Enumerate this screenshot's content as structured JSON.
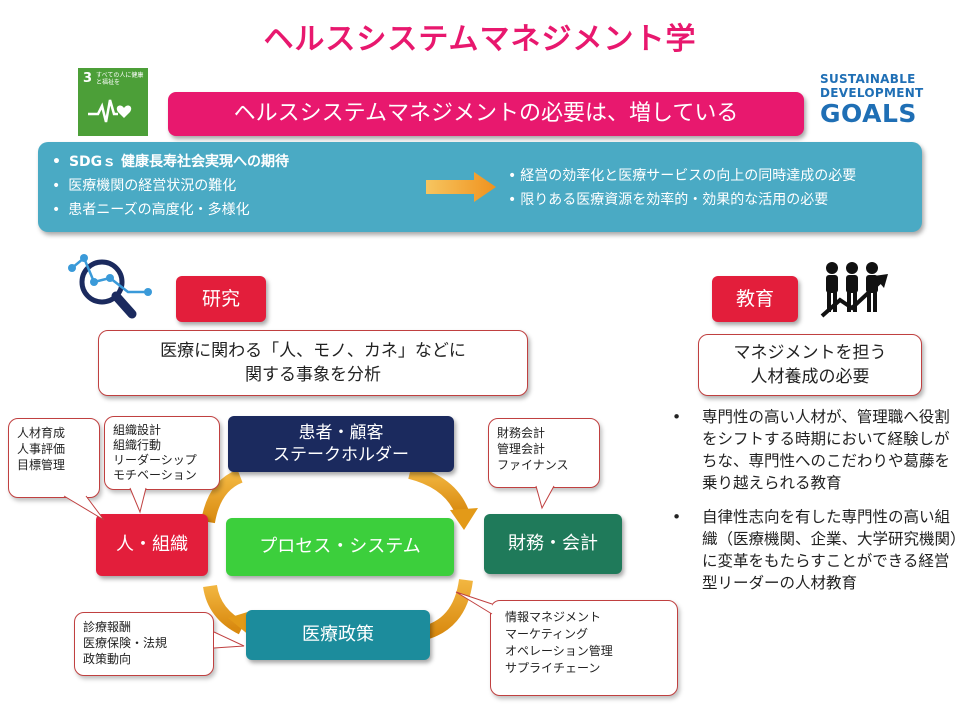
{
  "title": "ヘルスシステムマネジメント学",
  "sdg3": {
    "number": "3",
    "text": "すべての人に健康と福祉を"
  },
  "sdg_logo": {
    "line1": "SUSTAINABLE",
    "line2": "DEVELOPMENT",
    "line3": "GOALS"
  },
  "banner": "ヘルスシステムマネジメントの必要は、増している",
  "background_panel": {
    "left_items": [
      "SDGｓ 健康長寿社会実現への期待",
      "医療機関の経営状況の難化",
      "患者ニーズの高度化・多様化"
    ],
    "right_items": [
      "経営の効率化と医療サービスの向上の同時達成の必要",
      "限りある医療資源を効率的・効果的な活用の必要"
    ]
  },
  "research": {
    "tag": "研究",
    "callout_line1": "医療に関わる「人、モノ、カネ」などに",
    "callout_line2": "関する事象を分析"
  },
  "education": {
    "tag": "教育",
    "callout_line1": "マネジメントを担う",
    "callout_line2": "人材養成の必要",
    "bullets": [
      "専門性の高い人材が、管理職へ役割をシフトする時期において経験しがちな、専門性へのこだわりや葛藤を乗り越えられる教育",
      "自律性志向を有した専門性の高い組織（医療機関、企業、大学研究機関）に変革をもたらすことができる経営型リーダーの人材教育"
    ]
  },
  "diagram": {
    "patient": {
      "line1": "患者・顧客",
      "line2": "ステークホルダー"
    },
    "center": "プロセス・システム",
    "people": "人・組織",
    "finance": "財務・会計",
    "policy": "医療政策"
  },
  "notes": {
    "hr": [
      "人材育成",
      "人事評価",
      "目標管理"
    ],
    "org": [
      "組織設計",
      "組織行動",
      "リーダーシップ",
      "モチベーション"
    ],
    "fin": [
      "財務会計",
      "管理会計",
      "ファイナンス"
    ],
    "policy": [
      "診療報酬",
      "医療保険・法規",
      "政策動向"
    ],
    "ops": [
      "情報マネジメント",
      "マーケティング",
      "オペレーション管理",
      "サプライチェーン"
    ]
  },
  "colors": {
    "pink": "#e8186e",
    "teal_panel": "#4aaac4",
    "red": "#e31e3b",
    "navy": "#1b2a5e",
    "green": "#3ccf3c",
    "dark_green": "#1f7a5a",
    "teal": "#1c8c9c",
    "orange": "#e8a020"
  },
  "icons": [
    "sdg3-heartbeat-icon",
    "analytics-magnifier-icon",
    "people-growth-icon",
    "right-arrow-icon"
  ]
}
